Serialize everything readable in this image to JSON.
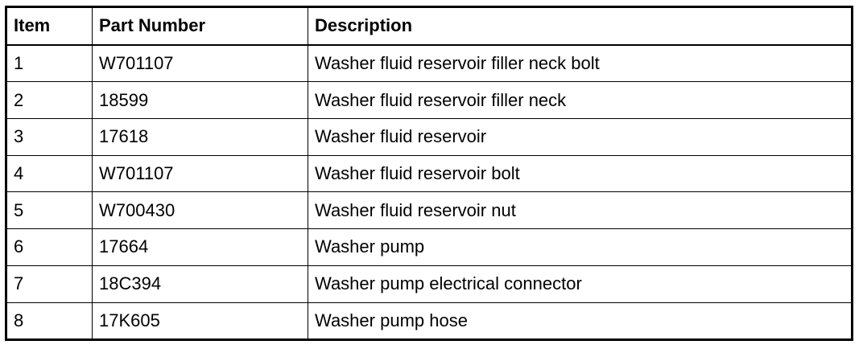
{
  "table": {
    "headers": {
      "item": "Item",
      "part_number": "Part Number",
      "description": "Description"
    },
    "rows": [
      {
        "item": "1",
        "part_number": "W701107",
        "description": "Washer fluid reservoir filler neck bolt"
      },
      {
        "item": "2",
        "part_number": "18599",
        "description": "Washer fluid reservoir filler neck"
      },
      {
        "item": "3",
        "part_number": "17618",
        "description": "Washer fluid reservoir"
      },
      {
        "item": "4",
        "part_number": "W701107",
        "description": "Washer fluid reservoir bolt"
      },
      {
        "item": "5",
        "part_number": "W700430",
        "description": "Washer fluid reservoir nut"
      },
      {
        "item": "6",
        "part_number": "17664",
        "description": "Washer pump"
      },
      {
        "item": "7",
        "part_number": "18C394",
        "description": "Washer pump electrical connector"
      },
      {
        "item": "8",
        "part_number": "17K605",
        "description": "Washer pump hose"
      }
    ]
  }
}
